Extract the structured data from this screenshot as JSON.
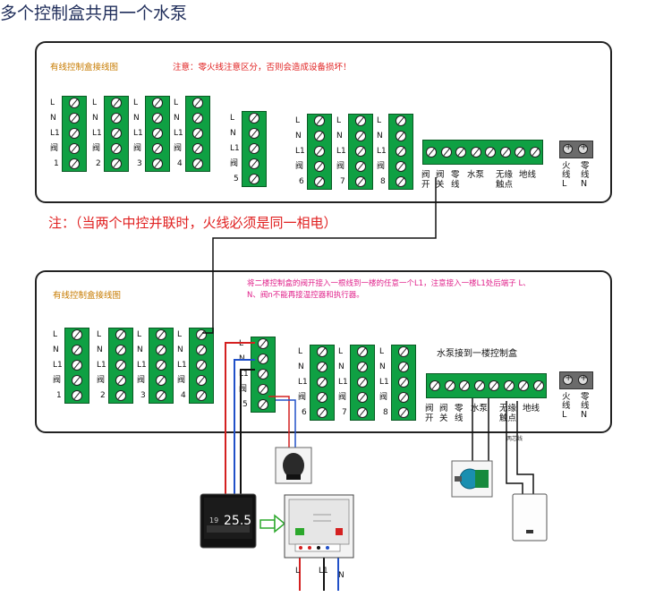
{
  "title": "多个控制盒共用一个水泵",
  "panel1": {
    "label": "有线控制盒接线图",
    "warning": "注意：零火线注意区分，否则会造成设备损坏！"
  },
  "panel2": {
    "label": "有线控制盒接线图",
    "note": "将二楼控制盒的阀开接入一根线到一楼的任意一个L1，注意接入一楼L1处后端子 L、N、阀n不能再接温控器和执行器。",
    "pump_note": "水泵接到一楼控制盒"
  },
  "middle_note": "注：（当两个中控并联时，火线必须是同一相电）",
  "terminal_labels": {
    "L": "L",
    "N": "N",
    "L1": "L1",
    "valve": "阀",
    "n1": "1",
    "n2": "2",
    "n3": "3",
    "n4": "4",
    "n5": "5",
    "n6": "6",
    "n7": "7",
    "n8": "8"
  },
  "right_labels": {
    "valve_open_1": "阀",
    "valve_open_2": "开",
    "valve_close_1": "阀",
    "valve_close_2": "关",
    "zero_1": "零",
    "zero_2": "线",
    "pump": "水泵",
    "dry_1": "无缘",
    "dry_2": "触点",
    "ground": "地线",
    "live_1": "火",
    "live_2": "线",
    "live_3": "L",
    "neutral_1": "零",
    "neutral_2": "线",
    "neutral_3": "N"
  },
  "devices": {
    "thermostat_reading": "25.5",
    "thermostat_small": "19",
    "boiler_note": "两芯线",
    "bottom_L": "L",
    "bottom_L1": "L1",
    "bottom_N": "N"
  }
}
